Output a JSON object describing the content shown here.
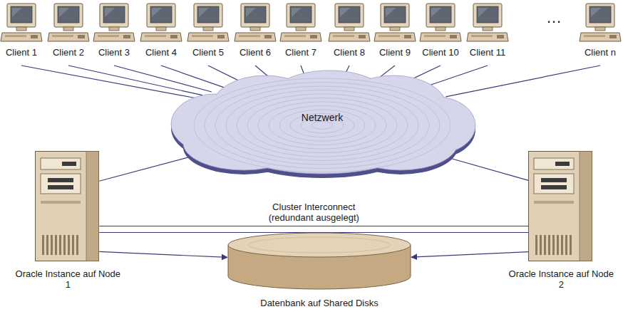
{
  "diagram": {
    "nodes": [
      {
        "text": [
          "Client 1"
        ]
      },
      {
        "text": [
          "Client 2"
        ]
      },
      {
        "text": [
          "Client 3"
        ]
      },
      {
        "text": [
          "Client 4"
        ]
      },
      {
        "text": [
          "Client 5"
        ]
      },
      {
        "text": [
          "Client 6"
        ]
      },
      {
        "text": [
          "Client 7"
        ]
      },
      {
        "text": [
          "Client 8"
        ]
      },
      {
        "text": [
          "Client 9"
        ]
      },
      {
        "text": [
          "Client 10"
        ]
      },
      {
        "text": [
          "Client 11"
        ]
      },
      {
        "text": [
          "Client n"
        ]
      },
      {
        "text": [
          "Netzwerk"
        ]
      },
      {
        "text": [
          "Oracle Instance auf Node 1"
        ]
      },
      {
        "text": [
          "Oracle Instance auf Node 2"
        ]
      },
      {
        "text": [
          "Datenbank auf Shared Disks"
        ]
      }
    ],
    "edges": [
      {
        "from": 0,
        "to": 12,
        "arrow": "none"
      },
      {
        "from": 1,
        "to": 12,
        "arrow": "none"
      },
      {
        "from": 2,
        "to": 12,
        "arrow": "none"
      },
      {
        "from": 3,
        "to": 12,
        "arrow": "none"
      },
      {
        "from": 4,
        "to": 12,
        "arrow": "none"
      },
      {
        "from": 5,
        "to": 12,
        "arrow": "none"
      },
      {
        "from": 6,
        "to": 12,
        "arrow": "none"
      },
      {
        "from": 7,
        "to": 12,
        "arrow": "none"
      },
      {
        "from": 8,
        "to": 12,
        "arrow": "none"
      },
      {
        "from": 9,
        "to": 12,
        "arrow": "none"
      },
      {
        "from": 10,
        "to": 12,
        "arrow": "none"
      },
      {
        "from": 11,
        "to": 12,
        "arrow": "none"
      },
      {
        "from": 12,
        "to": 13,
        "arrow": "none"
      },
      {
        "from": 12,
        "to": 14,
        "arrow": "none"
      },
      {
        "from": 13,
        "to": 14,
        "label": "Cluster Interconnect (redundant ausgelegt)",
        "arrow": "none"
      },
      {
        "from": 13,
        "to": 15,
        "arrow": "to"
      },
      {
        "from": 14,
        "to": 15,
        "arrow": "to"
      }
    ],
    "labels": [
      "…"
    ]
  }
}
